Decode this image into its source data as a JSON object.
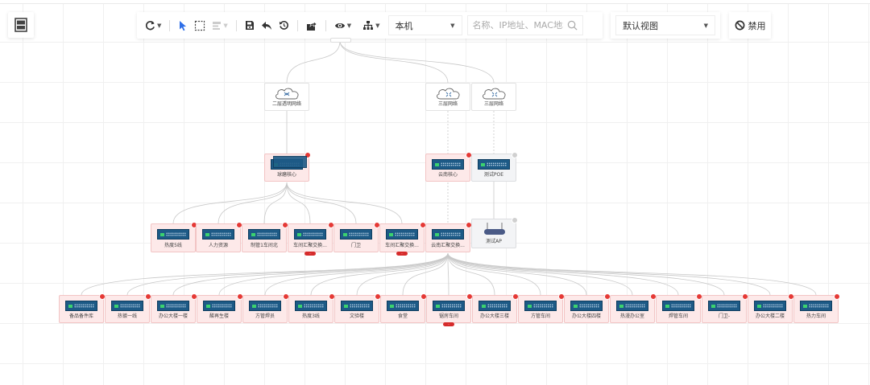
{
  "toolbar": {
    "location_select": "本机",
    "search_placeholder": "名称、IP地址、MAC地址",
    "view_select": "默认视图",
    "disable_label": "禁用"
  },
  "colors": {
    "alert": "#e53935",
    "node_alert_bg": "#fde9e9",
    "switch_body": "#1d5a86",
    "select_accent": "#3b6fe6"
  },
  "clouds": [
    {
      "label": "二层透明网络"
    },
    {
      "label": "三层网络"
    },
    {
      "label": "三层网络"
    }
  ],
  "cores": [
    {
      "label": "球磨核心",
      "status": "alert"
    },
    {
      "label": "云南核心",
      "status": "alert"
    },
    {
      "label": "测试POE",
      "status": "offline"
    }
  ],
  "level3": [
    {
      "label": "热度5线",
      "status": "alert"
    },
    {
      "label": "人力资源",
      "status": "alert"
    },
    {
      "label": "制管1车间北",
      "status": "alert"
    },
    {
      "label": "车间汇聚交换...",
      "status": "alert",
      "tag": "..."
    },
    {
      "label": "门卫",
      "status": "alert"
    },
    {
      "label": "车间汇聚交换...",
      "status": "alert",
      "tag": "..."
    },
    {
      "label": "云南汇聚交换...",
      "status": "alert"
    }
  ],
  "ap": {
    "label": "测试AP",
    "status": "offline"
  },
  "access": [
    {
      "label": "备品备件库"
    },
    {
      "label": "热镀一线"
    },
    {
      "label": "办公大楼一楼"
    },
    {
      "label": "酸再生楼"
    },
    {
      "label": "方管焊员"
    },
    {
      "label": "热度3线"
    },
    {
      "label": "文验楼"
    },
    {
      "label": "食堂"
    },
    {
      "label": "锯房车间",
      "tag": "..."
    },
    {
      "label": "办公大楼三楼"
    },
    {
      "label": "方管车间"
    },
    {
      "label": "办公大楼四楼"
    },
    {
      "label": "热漫办公室"
    },
    {
      "label": "焊管车间"
    },
    {
      "label": "门卫-"
    },
    {
      "label": "办公大楼二楼"
    },
    {
      "label": "热力车间"
    }
  ]
}
